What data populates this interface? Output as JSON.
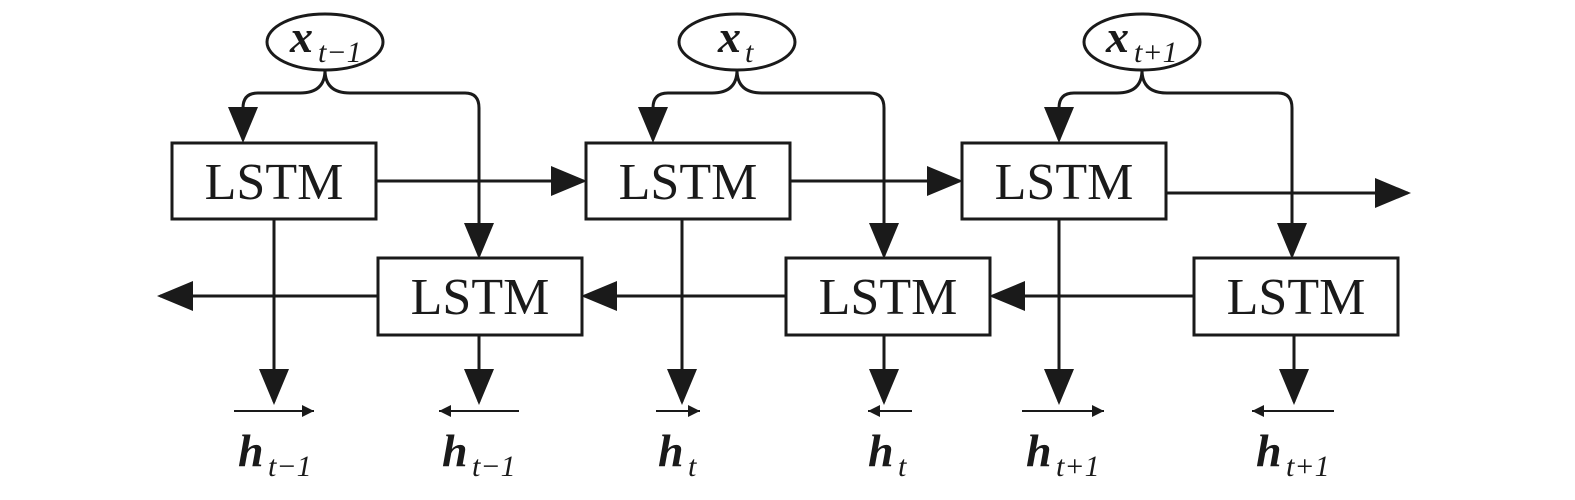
{
  "inputs": [
    {
      "symbol": "x",
      "subscript": "t−1"
    },
    {
      "symbol": "x",
      "subscript": "t"
    },
    {
      "symbol": "x",
      "subscript": "t+1"
    }
  ],
  "forward_cells": [
    {
      "label": "LSTM"
    },
    {
      "label": "LSTM"
    },
    {
      "label": "LSTM"
    }
  ],
  "backward_cells": [
    {
      "label": "LSTM"
    },
    {
      "label": "LSTM"
    },
    {
      "label": "LSTM"
    }
  ],
  "outputs": [
    {
      "symbol": "h",
      "subscript": "t−1",
      "direction": "forward"
    },
    {
      "symbol": "h",
      "subscript": "t−1",
      "direction": "backward"
    },
    {
      "symbol": "h",
      "subscript": "t",
      "direction": "forward"
    },
    {
      "symbol": "h",
      "subscript": "t",
      "direction": "backward"
    },
    {
      "symbol": "h",
      "subscript": "t+1",
      "direction": "forward"
    },
    {
      "symbol": "h",
      "subscript": "t+1",
      "direction": "backward"
    }
  ]
}
